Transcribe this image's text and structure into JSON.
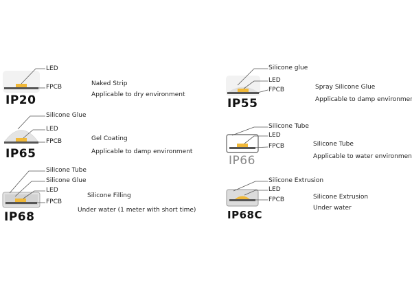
{
  "panels": {
    "ip20": {
      "rating": "IP20",
      "layers": [
        "LED",
        "FPCB"
      ],
      "name": "Naked Strip",
      "application": "Applicable to dry environment"
    },
    "ip65": {
      "rating": "IP65",
      "layers": [
        "Silicone Glue",
        "LED",
        "FPCB"
      ],
      "name": "Gel Coating",
      "application": "Applicable to damp environment"
    },
    "ip68": {
      "rating": "IP68",
      "layers": [
        "Silicone Tube",
        "Silicone Glue",
        "LED",
        "FPCB"
      ],
      "name": "Silicone Filling",
      "application": "Under water (1 meter with short time)"
    },
    "ip55": {
      "rating": "IP55",
      "layers": [
        "Silicone glue",
        "LED",
        "FPCB"
      ],
      "name": "Spray Silicone Glue",
      "application": "Applicable to damp environment"
    },
    "ip66": {
      "rating": "IP66",
      "layers": [
        "Silicone Tube",
        "LED",
        "FPCB"
      ],
      "name": "Silicone Tube",
      "application": "Applicable to water environment"
    },
    "ip68c": {
      "rating": "IP68C",
      "layers": [
        "Silicone Extrusion",
        "LED",
        "FPCB"
      ],
      "name": "Silicone Extrusion",
      "application": "Under water"
    }
  },
  "colors": {
    "led": "#f0b838",
    "fpcb": "#555555",
    "housing": "#e6e6e6",
    "tube_border": "#aaaaaa",
    "leader_line": "#555555"
  }
}
